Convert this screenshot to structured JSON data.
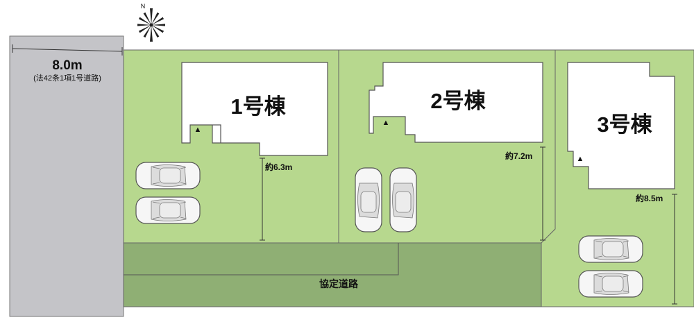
{
  "road": {
    "width": "8.0m",
    "note": "(法42条1項1号道路)"
  },
  "compass": {
    "north": "N"
  },
  "lots": [
    {
      "building": "1号棟",
      "frontage": "約6.3m"
    },
    {
      "building": "2号棟",
      "frontage": "約7.2m"
    },
    {
      "building": "3号棟",
      "frontage": "約8.5m"
    }
  ],
  "entrance_marker": "▲",
  "agreement_road": "協定道路",
  "colors": {
    "lot_green": "#b7d88e",
    "agreement_road_green": "#8faf74",
    "public_road_gray": "#c4c4c8",
    "building_white": "#ffffff",
    "outline": "#555555"
  }
}
